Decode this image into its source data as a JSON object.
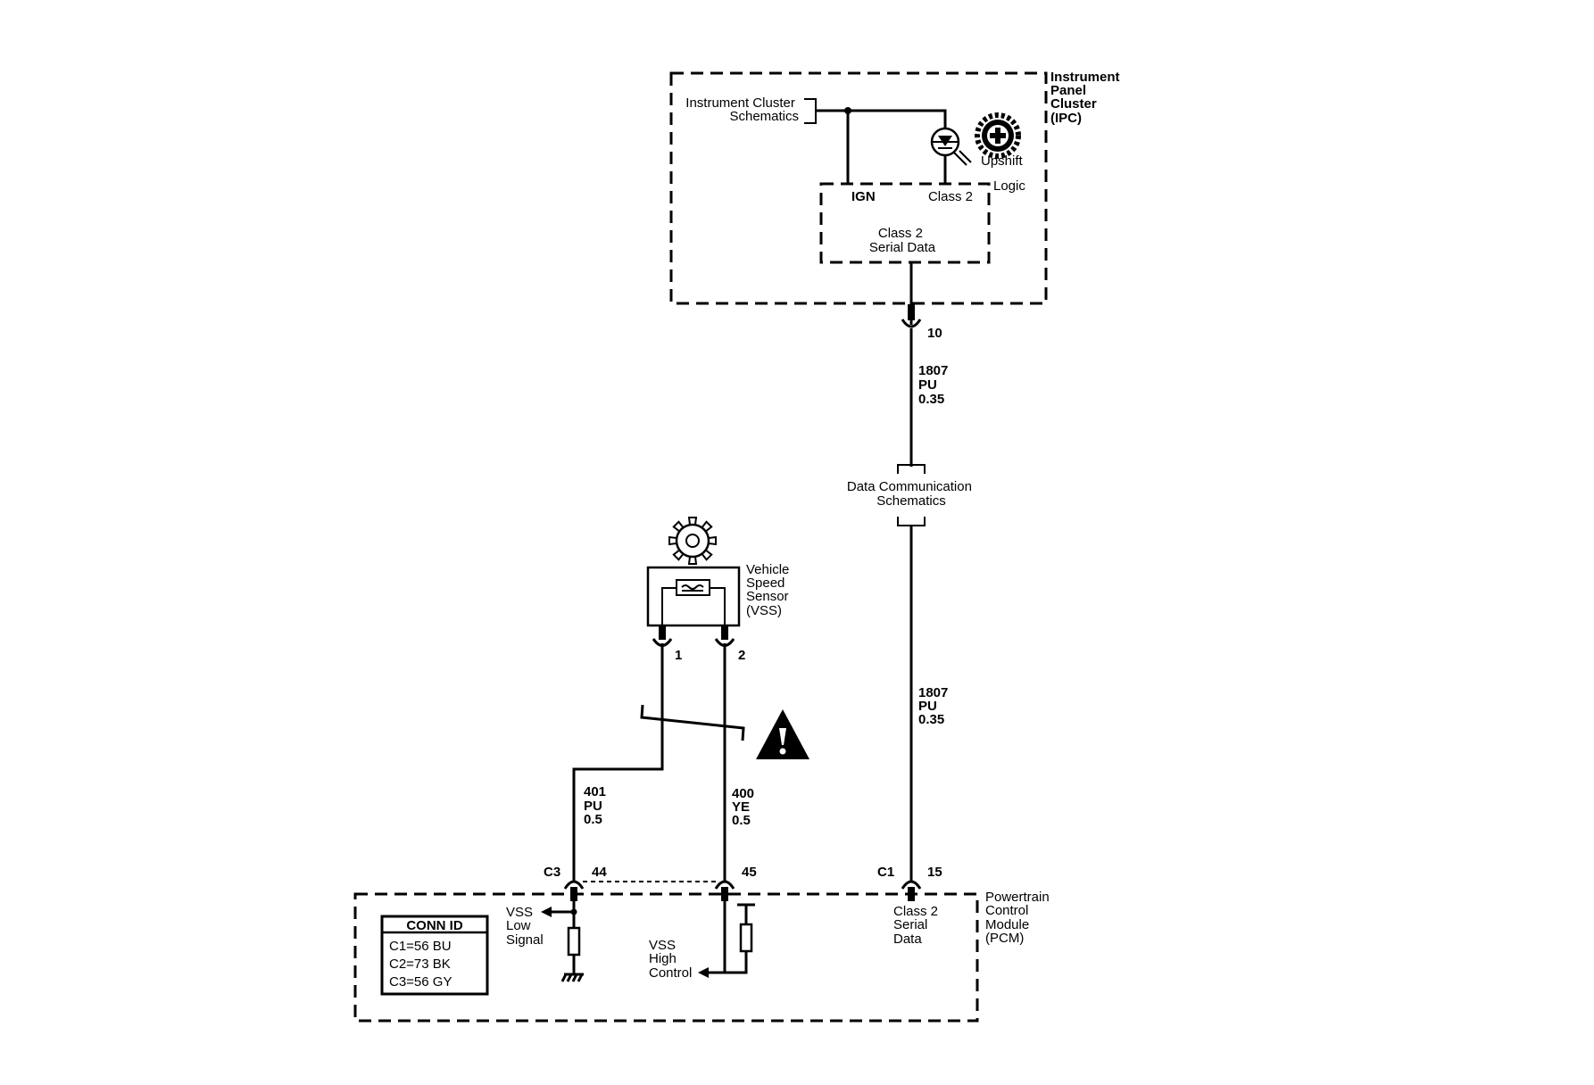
{
  "ipc": {
    "name": [
      "Instrument",
      "Panel",
      "Cluster",
      "(IPC)"
    ],
    "cluster_schematics": [
      "Instrument Cluster",
      "Schematics"
    ],
    "ign": "IGN",
    "class2": "Class 2",
    "logic": "Logic",
    "serial": [
      "Class 2",
      "Serial Data"
    ],
    "upshift": "Upshift"
  },
  "pin_10": "10",
  "wire_1807_top": [
    "1807",
    "PU",
    "0.35"
  ],
  "data_comm": [
    "Data Communication",
    "Schematics"
  ],
  "wire_1807_bottom": [
    "1807",
    "PU",
    "0.35"
  ],
  "vss": {
    "name": [
      "Vehicle",
      "Speed",
      "Sensor",
      "(VSS)"
    ],
    "pin1": "1",
    "pin2": "2"
  },
  "wire_401": [
    "401",
    "PU",
    "0.5"
  ],
  "wire_400": [
    "400",
    "YE",
    "0.5"
  ],
  "pcm": {
    "conn_c3": "C3",
    "pin_44": "44",
    "pin_45": "45",
    "conn_c1": "C1",
    "pin_15": "15",
    "name": [
      "Powertrain",
      "Control",
      "Module",
      "(PCM)"
    ],
    "low": [
      "VSS",
      "Low",
      "Signal"
    ],
    "high": [
      "VSS",
      "High",
      "Control"
    ],
    "serial": [
      "Class 2",
      "Serial",
      "Data"
    ]
  },
  "conn_id": {
    "title": "CONN ID",
    "rows": [
      "C1=56 BU",
      "C2=73 BK",
      "C3=56 GY"
    ]
  }
}
